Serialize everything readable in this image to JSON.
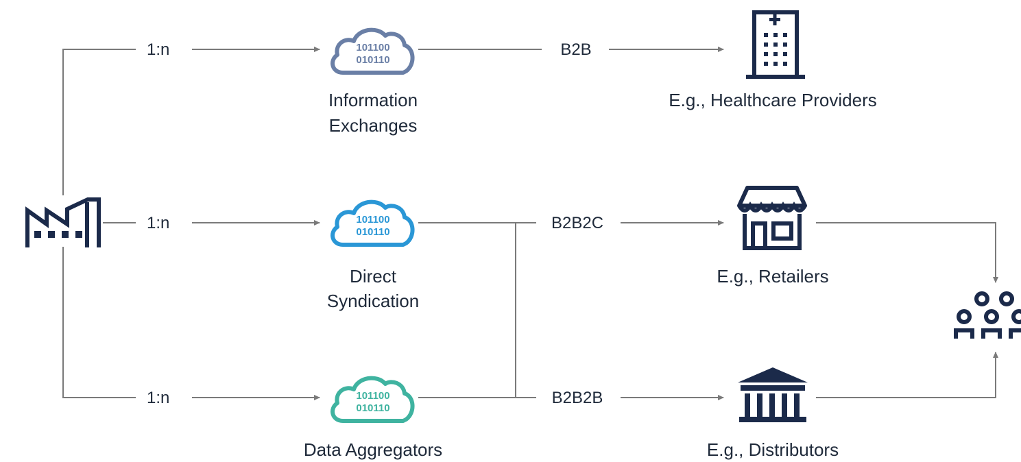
{
  "colors": {
    "line": "#7a7a7a",
    "navy": "#1b2a4a",
    "cloud_info": "#6a7fa6",
    "cloud_direct": "#2a97d6",
    "cloud_aggregator": "#3fb3a0"
  },
  "icons": {
    "source": "factory-icon",
    "clouds": "cloud-binary-icon",
    "healthcare": "hospital-icon",
    "retailers": "storefront-icon",
    "distributors": "warehouse-icon",
    "consumers": "people-group-icon"
  },
  "cloud_binary": {
    "line1": "101100",
    "line2": "010110"
  },
  "ratios": {
    "top": "1:n",
    "middle": "1:n",
    "bottom": "1:n"
  },
  "channels": {
    "information_exchanges": {
      "line1": "Information",
      "line2": "Exchanges"
    },
    "direct_syndication": {
      "line1": "Direct",
      "line2": "Syndication"
    },
    "data_aggregators": {
      "line1": "Data Aggregators"
    }
  },
  "connections": {
    "b2b": "B2B",
    "b2b2c": "B2B2C",
    "b2b2b": "B2B2B"
  },
  "destinations": {
    "healthcare": "E.g., Healthcare Providers",
    "retailers": "E.g., Retailers",
    "distributors": "E.g., Distributors"
  }
}
